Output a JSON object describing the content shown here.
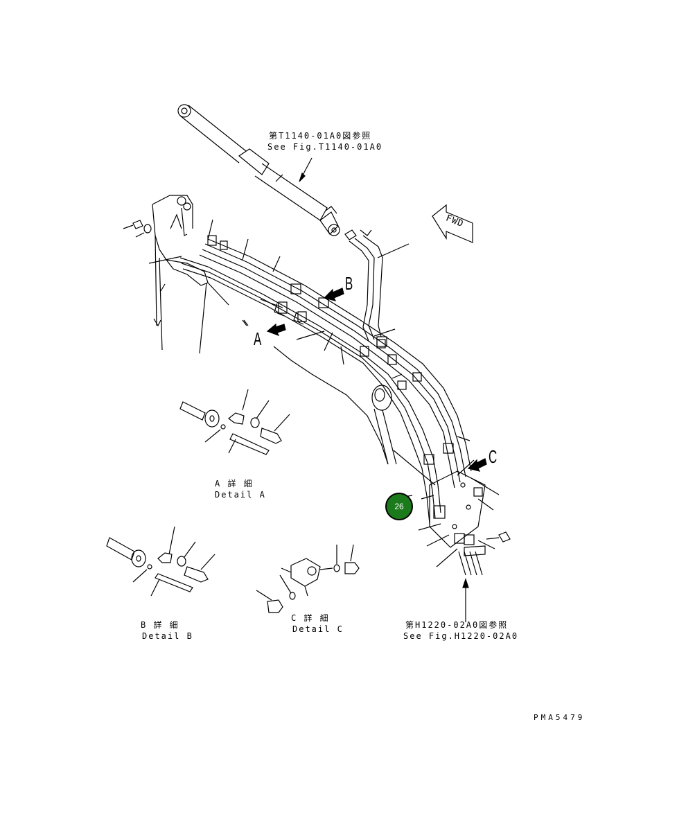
{
  "diagram": {
    "ref_top": {
      "line1": "第T1140-01A0図参照",
      "line2": "See Fig.T1140-01A0"
    },
    "ref_bottom": {
      "line1": "第H1220-02A0図参照",
      "line2": "See Fig.H1220-02A0"
    },
    "fwd_label": "FWD",
    "view_arrows": {
      "a": "A",
      "b": "B",
      "c": "C"
    },
    "details": {
      "a": {
        "jp": "A 詳 細",
        "en": "Detail A"
      },
      "b": {
        "jp": "B 詳 細",
        "en": "Detail B"
      },
      "c": {
        "jp": "C 詳 細",
        "en": "Detail C"
      }
    },
    "callouts": [
      {
        "number": "26",
        "color": "#1b7a1b"
      }
    ],
    "drawing_code": "PMA5479"
  }
}
